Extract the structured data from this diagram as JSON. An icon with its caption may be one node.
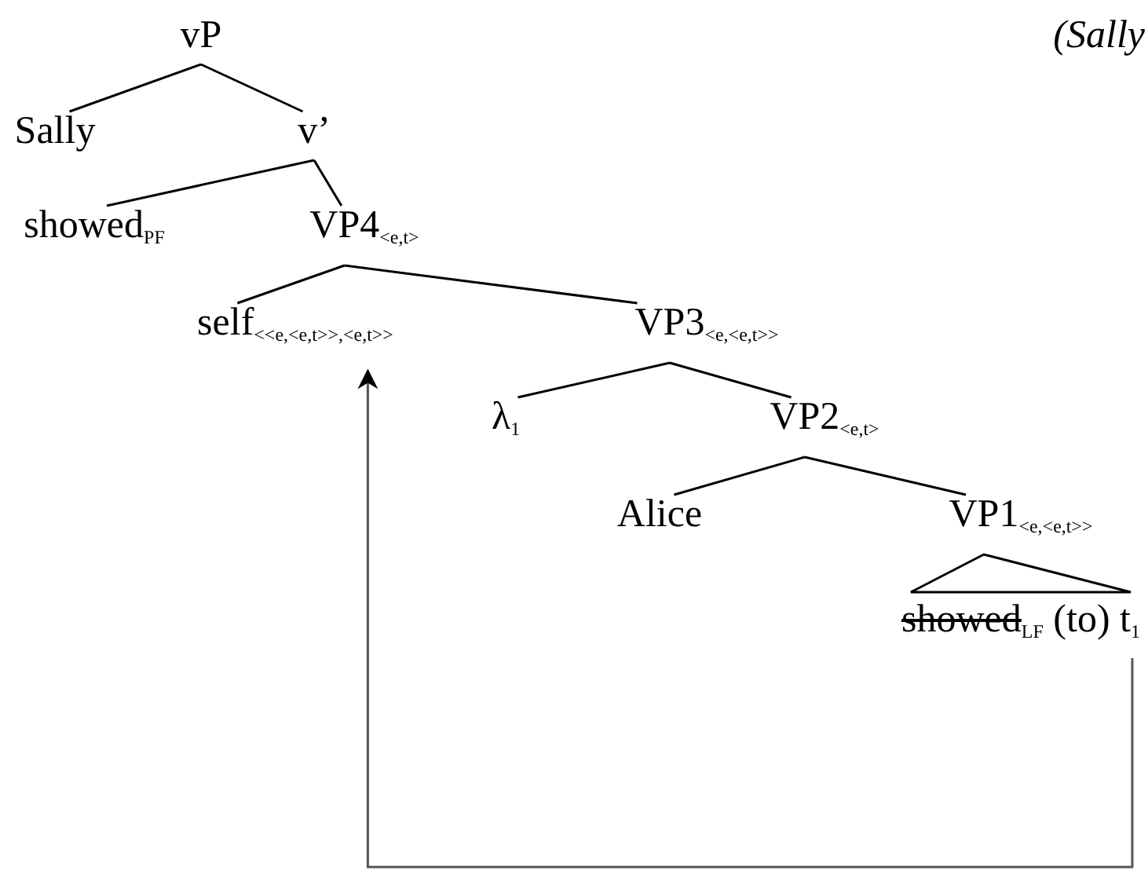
{
  "diagram": {
    "nodes": [
      {
        "text": [
          "vP"
        ]
      },
      {
        "text": [
          "Sally"
        ]
      },
      {
        "text": [
          "v’"
        ]
      },
      {
        "text": [
          "showed$_{PF}$"
        ]
      },
      {
        "text": [
          "VP4$_{<e,t>}$"
        ]
      },
      {
        "text": [
          "self$_{<<e,<e,t>>,<e,t>>}$"
        ]
      },
      {
        "text": [
          "VP3$_{<e,<e,t>>}$"
        ]
      },
      {
        "text": [
          "λ$_{1}$"
        ]
      },
      {
        "text": [
          "VP2$_{<e,t>}$"
        ]
      },
      {
        "text": [
          "Alice"
        ]
      },
      {
        "text": [
          "VP1$_{<e,<e,t>>}$"
        ]
      },
      {
        "text": [
          "showed$_{LF}$ (to) t$_{1}$"
        ]
      }
    ],
    "edges": [
      {
        "from": 0,
        "to": 1,
        "arrow": "none"
      },
      {
        "from": 0,
        "to": 2,
        "arrow": "none"
      },
      {
        "from": 2,
        "to": 3,
        "arrow": "none"
      },
      {
        "from": 2,
        "to": 4,
        "arrow": "none"
      },
      {
        "from": 4,
        "to": 5,
        "arrow": "none"
      },
      {
        "from": 4,
        "to": 6,
        "arrow": "none"
      },
      {
        "from": 6,
        "to": 7,
        "arrow": "none"
      },
      {
        "from": 6,
        "to": 8,
        "arrow": "none"
      },
      {
        "from": 8,
        "to": 9,
        "arrow": "none"
      },
      {
        "from": 8,
        "to": 10,
        "arrow": "none"
      },
      {
        "from": 10,
        "to": 11,
        "arrow": "none"
      },
      {
        "from": 11,
        "to": 5,
        "arrow": "to",
        "color": "#555555"
      }
    ],
    "labels": [
      "(Sally"
    ]
  }
}
